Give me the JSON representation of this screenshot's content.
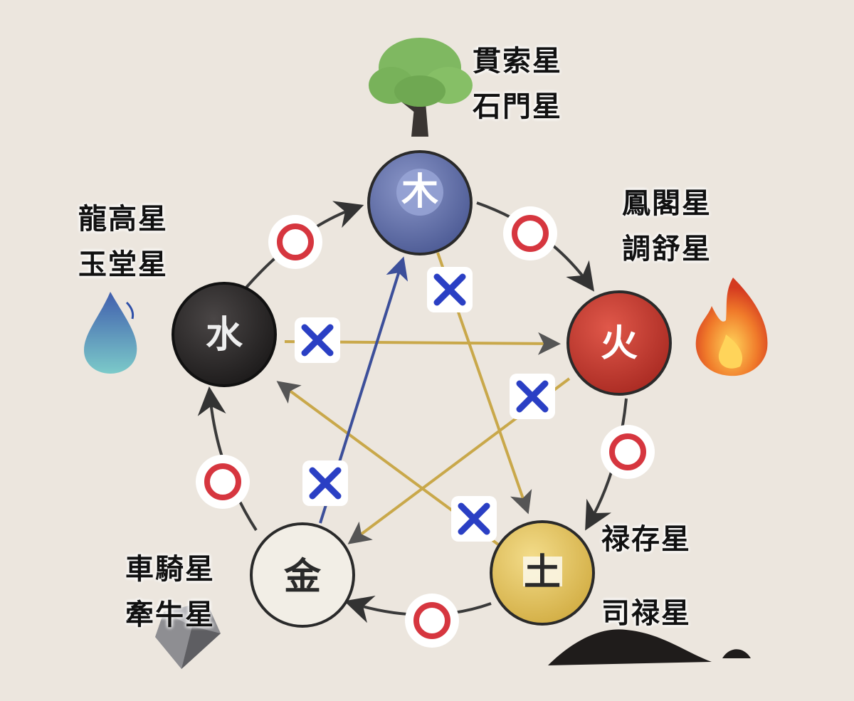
{
  "elements": {
    "wood": {
      "char": "木",
      "color": "#5f6fa8"
    },
    "fire": {
      "char": "火",
      "color": "#c4392e"
    },
    "earth": {
      "char": "土",
      "color": "#e3c45a"
    },
    "metal": {
      "char": "金",
      "color": "#f2eee6"
    },
    "water": {
      "char": "水",
      "color": "#2e2c2c"
    }
  },
  "stars": {
    "wood": [
      "貫索星",
      "石門星"
    ],
    "fire": [
      "鳳閣星",
      "調舒星"
    ],
    "earth_top": "禄存星",
    "earth_bottom": "司禄星",
    "metal": [
      "車騎星",
      "牽牛星"
    ],
    "water": [
      "龍高星",
      "玉堂星"
    ]
  },
  "marks": {
    "generating": "○",
    "controlling": "×",
    "generating_color": "#d6363f",
    "controlling_color": "#2a3fc4"
  }
}
